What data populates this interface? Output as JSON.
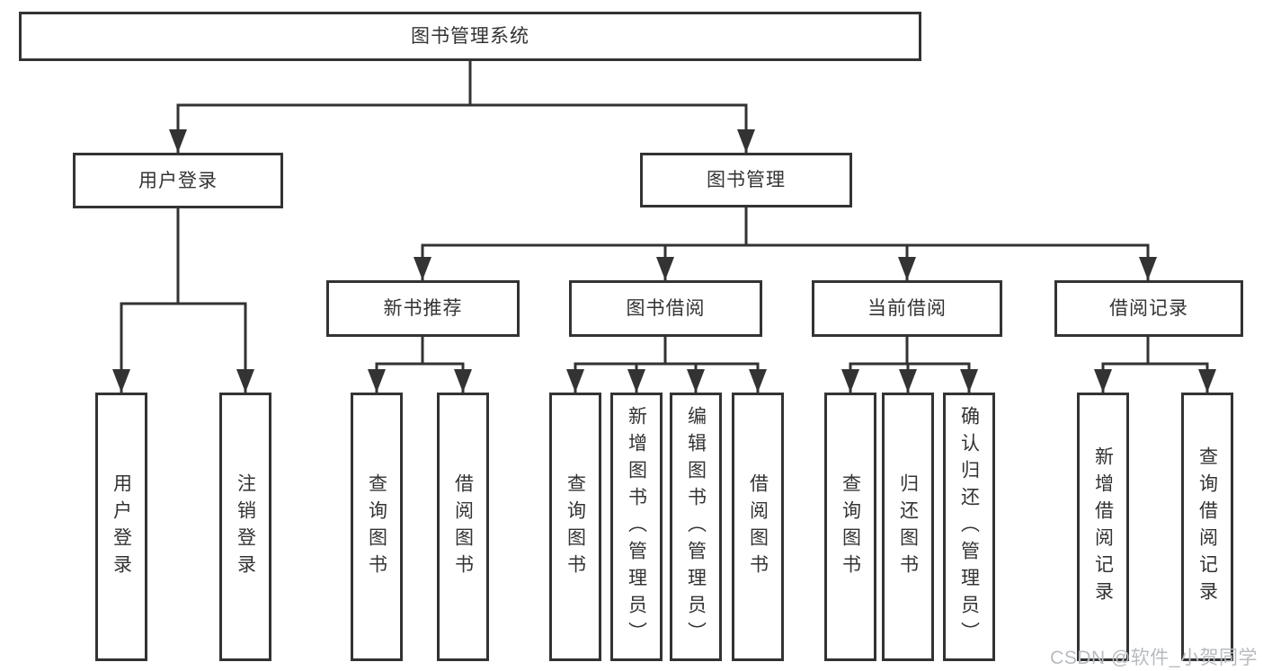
{
  "nodes": {
    "root": "图书管理系统",
    "level2": {
      "user_login": "用户登录",
      "book_management": "图书管理"
    },
    "level3": {
      "new_book_recommend": "新书推荐",
      "book_borrow": "图书借阅",
      "current_borrow": "当前借阅",
      "borrow_record": "借阅记录"
    },
    "leaves": {
      "user_login": [
        "用户登录",
        "注销登录"
      ],
      "new_book_recommend": [
        "查询图书",
        "借阅图书"
      ],
      "book_borrow": [
        "查询图书",
        "新增图书（管理员）",
        "编辑图书（管理员）",
        "借阅图书"
      ],
      "current_borrow": [
        "查询图书",
        "归还图书",
        "确认归还（管理员）"
      ],
      "borrow_record": [
        "新增借阅记录",
        "查询借阅记录"
      ]
    }
  },
  "watermark": "CSDN @软件_小贺同学",
  "colors": {
    "line": "#333333",
    "text": "#333333",
    "watermark": "#b7bbc0",
    "background": "#ffffff"
  }
}
